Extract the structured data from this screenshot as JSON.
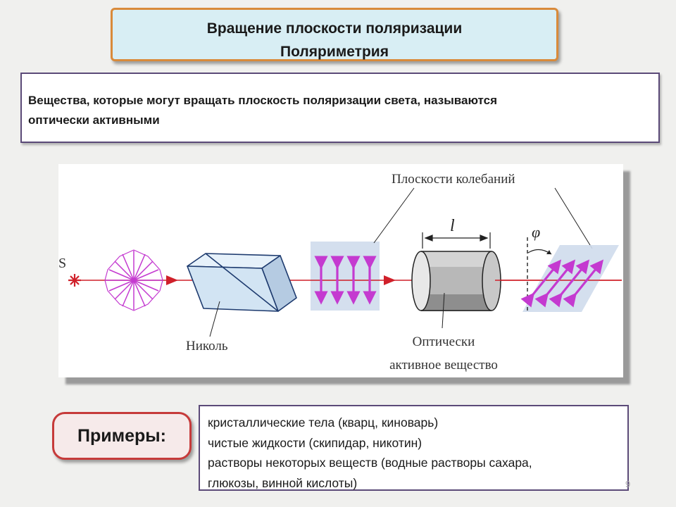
{
  "slide": {
    "title_line1": "Вращение плоскости поляризации",
    "title_line2": "Поляриметрия",
    "definition_line1": "Вещества, которые могут вращать плоскость поляризации света, называются",
    "definition_line2": "оптически активными",
    "page_number": "9"
  },
  "figure": {
    "label_source": "S",
    "label_planes": "Плоскости колебаний",
    "label_length": "l",
    "label_angle": "φ",
    "label_nicol": "Николь",
    "label_active_line1": "Оптически",
    "label_active_line2": "активное вещество",
    "colors": {
      "beam": "#d0202a",
      "arrows": "#c43ad0",
      "plane_fill": "#cfdcec"
    }
  },
  "examples": {
    "button_label": "Примеры:",
    "items": [
      "кристаллические тела (кварц, киноварь)",
      "чистые жидкости (скипидар, никотин)",
      "растворы некоторых веществ (водные растворы сахара,",
      "глюкозы, винной кислоты)"
    ]
  }
}
